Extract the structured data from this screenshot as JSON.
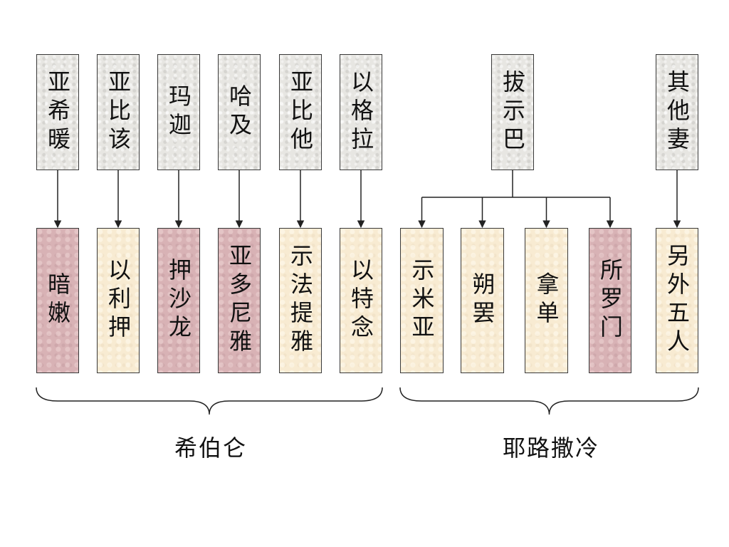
{
  "parents": [
    {
      "id": "p1",
      "text": "亚希暖"
    },
    {
      "id": "p2",
      "text": "亚比该"
    },
    {
      "id": "p3",
      "text": "玛迦"
    },
    {
      "id": "p4",
      "text": "哈及"
    },
    {
      "id": "p5",
      "text": "亚比他"
    },
    {
      "id": "p6",
      "text": "以格拉"
    },
    {
      "id": "p7",
      "text": "拔示巴"
    },
    {
      "id": "p8",
      "text": "其他妻"
    }
  ],
  "children": [
    {
      "id": "c1",
      "text": "暗嫩",
      "color": "#d8b2b5"
    },
    {
      "id": "c2",
      "text": "以利押",
      "color": "#f8ebd2"
    },
    {
      "id": "c3",
      "text": "押沙龙",
      "color": "#d8b2b5"
    },
    {
      "id": "c4",
      "text": "亚多尼雅",
      "color": "#d8b2b5"
    },
    {
      "id": "c5",
      "text": "示法提雅",
      "color": "#f8ebd2"
    },
    {
      "id": "c6",
      "text": "以特念",
      "color": "#f8ebd2"
    },
    {
      "id": "c7",
      "text": "示米亚",
      "color": "#f8ebd2"
    },
    {
      "id": "c8",
      "text": "朔罢",
      "color": "#f8ebd2"
    },
    {
      "id": "c9",
      "text": "拿单",
      "color": "#f8ebd2"
    },
    {
      "id": "c10",
      "text": "所罗门",
      "color": "#d8b2b5"
    },
    {
      "id": "c11",
      "text": "另外五人",
      "color": "#f8ebd2"
    }
  ],
  "links": [
    {
      "from": "p1",
      "to": [
        "c1"
      ]
    },
    {
      "from": "p2",
      "to": [
        "c2"
      ]
    },
    {
      "from": "p3",
      "to": [
        "c3"
      ]
    },
    {
      "from": "p4",
      "to": [
        "c4"
      ]
    },
    {
      "from": "p5",
      "to": [
        "c5"
      ]
    },
    {
      "from": "p6",
      "to": [
        "c6"
      ]
    },
    {
      "from": "p7",
      "to": [
        "c7",
        "c8",
        "c9",
        "c10"
      ]
    },
    {
      "from": "p8",
      "to": [
        "c11"
      ]
    }
  ],
  "groups": [
    {
      "id": "g1",
      "label": "希伯仑",
      "members": [
        "c1",
        "c2",
        "c3",
        "c4",
        "c5",
        "c6"
      ]
    },
    {
      "id": "g2",
      "label": "耶路撒冷",
      "members": [
        "c7",
        "c8",
        "c9",
        "c10",
        "c11"
      ]
    }
  ],
  "colors": {
    "line": "#222222",
    "border": "#3a3a3a",
    "parent_fill": "#e7e6e2",
    "pink_fill": "#d8b2b5",
    "cream_fill": "#f8ebd2"
  }
}
